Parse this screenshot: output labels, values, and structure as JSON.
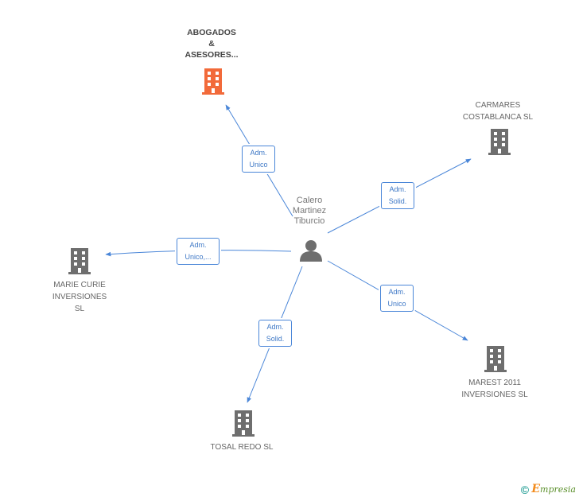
{
  "center": {
    "name_lines": [
      "Calero",
      "Martinez",
      "Tiburcio"
    ],
    "icon": "person-icon",
    "color": "#6e6e6e"
  },
  "nodes": [
    {
      "id": "abogados",
      "name_lines": [
        "ABOGADOS",
        "&",
        "ASESORES..."
      ],
      "icon": "building-icon",
      "color": "#f26a3a",
      "highlight": true
    },
    {
      "id": "carmares",
      "name_lines": [
        "CARMARES",
        "COSTABLANCA SL"
      ],
      "icon": "building-icon",
      "color": "#6e6e6e"
    },
    {
      "id": "marie",
      "name_lines": [
        "MARIE CURIE",
        "INVERSIONES",
        "SL"
      ],
      "icon": "building-icon",
      "color": "#6e6e6e"
    },
    {
      "id": "marest",
      "name_lines": [
        "MAREST 2011",
        "INVERSIONES SL"
      ],
      "icon": "building-icon",
      "color": "#6e6e6e"
    },
    {
      "id": "tosal",
      "name_lines": [
        "TOSAL REDO SL"
      ],
      "icon": "building-icon",
      "color": "#6e6e6e"
    }
  ],
  "edges": [
    {
      "to": "abogados",
      "role_lines": [
        "Adm.",
        "Unico"
      ]
    },
    {
      "to": "carmares",
      "role_lines": [
        "Adm.",
        "Solid."
      ]
    },
    {
      "to": "marie",
      "role_lines": [
        "Adm.",
        "Unico,..."
      ]
    },
    {
      "to": "marest",
      "role_lines": [
        "Adm.",
        "Unico"
      ]
    },
    {
      "to": "tosal",
      "role_lines": [
        "Adm.",
        "Solid."
      ]
    }
  ],
  "edge_color": "#4a86d8",
  "footer": {
    "copyright": "©",
    "brand_first": "E",
    "brand_rest": "mpresia"
  }
}
